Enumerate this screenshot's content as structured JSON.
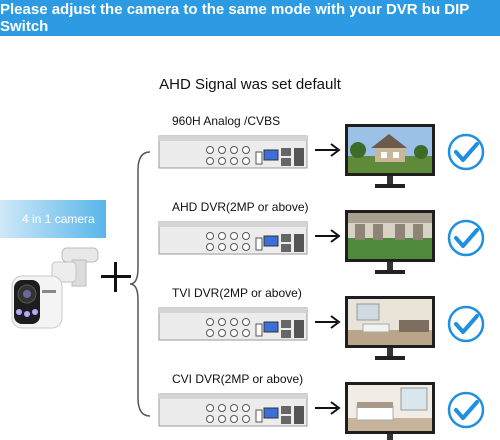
{
  "banner": {
    "text": "Please adjust the camera to the same mode with your DVR bu DIP Switch"
  },
  "subtitle": "AHD Signal was set default",
  "camera": {
    "label": "4 in 1 camera",
    "icon": "bullet-camera-icon"
  },
  "rows": [
    {
      "label": "960H Analog /CVBS",
      "screen": "house-exterior",
      "status": "check-icon"
    },
    {
      "label": "AHD DVR(2MP or above)",
      "screen": "office-lobby",
      "status": "check-icon"
    },
    {
      "label": "TVI DVR(2MP or above)",
      "screen": "living-room",
      "status": "check-icon"
    },
    {
      "label": "CVI DVR(2MP or above)",
      "screen": "bedroom",
      "status": "check-icon"
    }
  ],
  "colors": {
    "banner": "#2d9be3",
    "check": "#1f8fe0",
    "accent_label": "#58b6ea"
  }
}
